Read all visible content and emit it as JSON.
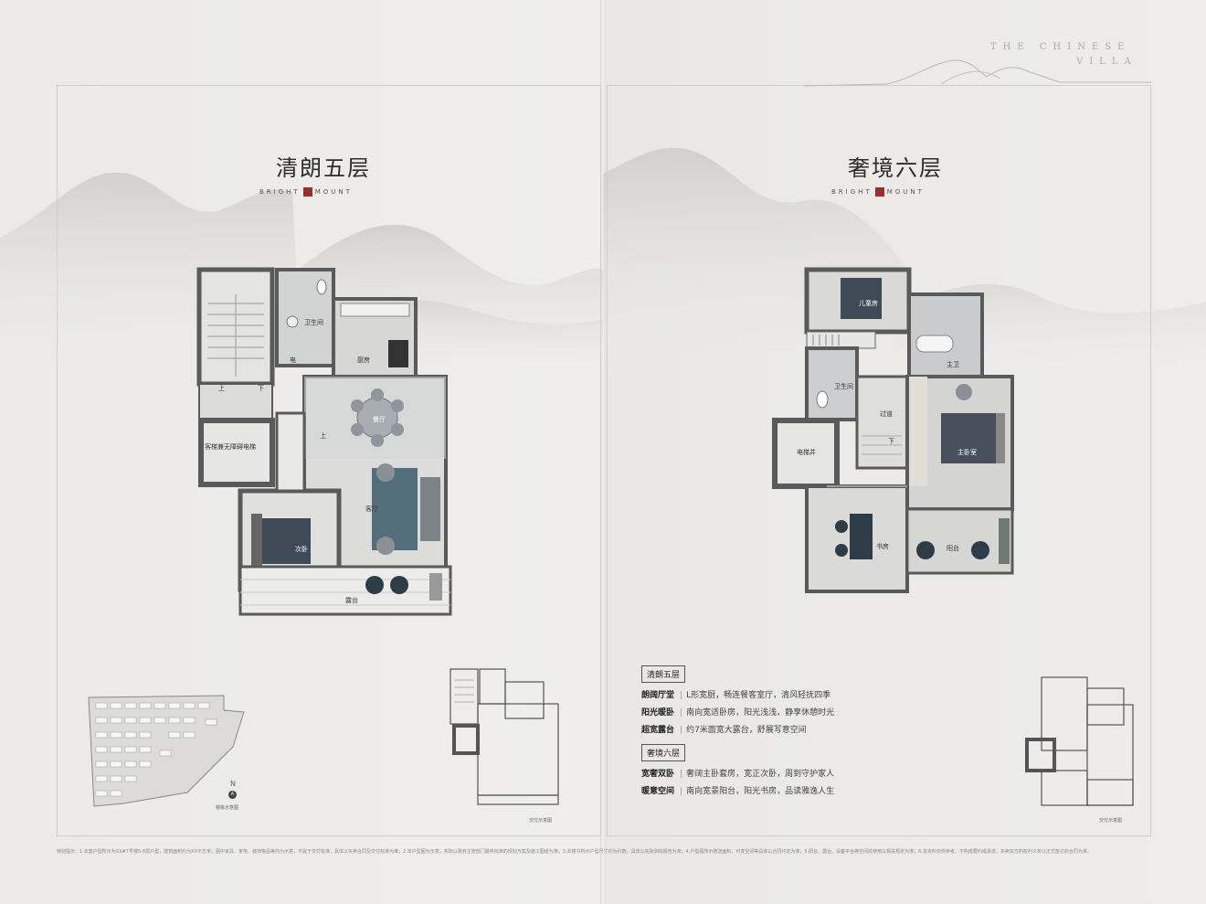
{
  "brand": {
    "line1": "THE CHINESE",
    "line2": "VILLA"
  },
  "left": {
    "title": "清朗五层",
    "subtitle_a": "BRIGHT",
    "subtitle_b": "MOUNT",
    "rooms": {
      "wc": "卫生间",
      "kitchen": "厨房",
      "elec": "电",
      "elevator": "客梯兼无障碍电梯",
      "up": "上",
      "down": "下",
      "up2": "上",
      "living": "客厅",
      "dining": "餐厅",
      "bedroom": "次卧",
      "terrace": "露台"
    },
    "site_plan_caption": "楼栋示意图",
    "north": "N",
    "north_mark": "A",
    "mini_caption": "交付示意图"
  },
  "right": {
    "title": "奢境六层",
    "subtitle_a": "BRIGHT",
    "subtitle_b": "MOUNT",
    "rooms": {
      "kids": "儿童房",
      "master_bath": "主卫",
      "bath": "卫生间",
      "corridor": "过道",
      "elevator_shaft": "电梯井",
      "down": "下",
      "master": "主卧室",
      "study": "书房",
      "balcony": "阳台"
    },
    "mini_caption": "交付示意图"
  },
  "features": {
    "floor5_tag": "清朗五层",
    "floor5": [
      {
        "k": "朗阔厅堂",
        "v": "L形宽厨，畅连餐客室厅，清风轻抚四季"
      },
      {
        "k": "阳光暖卧",
        "v": "南向宽适卧房，阳光浅浅，静享休憩时光"
      },
      {
        "k": "超宽露台",
        "v": "约7米面宽大露台，舒展写意空间"
      }
    ],
    "floor6_tag": "奢境六层",
    "floor6": [
      {
        "k": "宽奢双卧",
        "v": "奢阔主卧套房，宽正次卧，周到守护家人"
      },
      {
        "k": "暖意空间",
        "v": "南向宽景阳台，阳光书房，品读雅逸人生"
      }
    ]
  },
  "footnote": "特别提示：1.本套户型所示为XX#7号楼5-6层户型，建筑面积约为XX平方米；图中家具、家电、装饰物品等均为示意，不属于交付标准，具体以买卖合同及交付标准为准；2.本户型图为示意，实际以政府主管部门最终批准的规划方案及施工图纸为准；3.本楼书所示户型尺寸均为约数，具体以实际测绘报告为准；4.户型图所示赠送面积、可变空间等具体以合同约定为准；5.阳台、露台、设备平台等空间的使用以相关规定为准；6.本资料仅供参考，不构成要约或承诺，买卖双方的权利义务以正式签订的合同为准。",
  "colors": {
    "accent_red": "#9b2f2f",
    "wall": "#5a5a5a"
  }
}
